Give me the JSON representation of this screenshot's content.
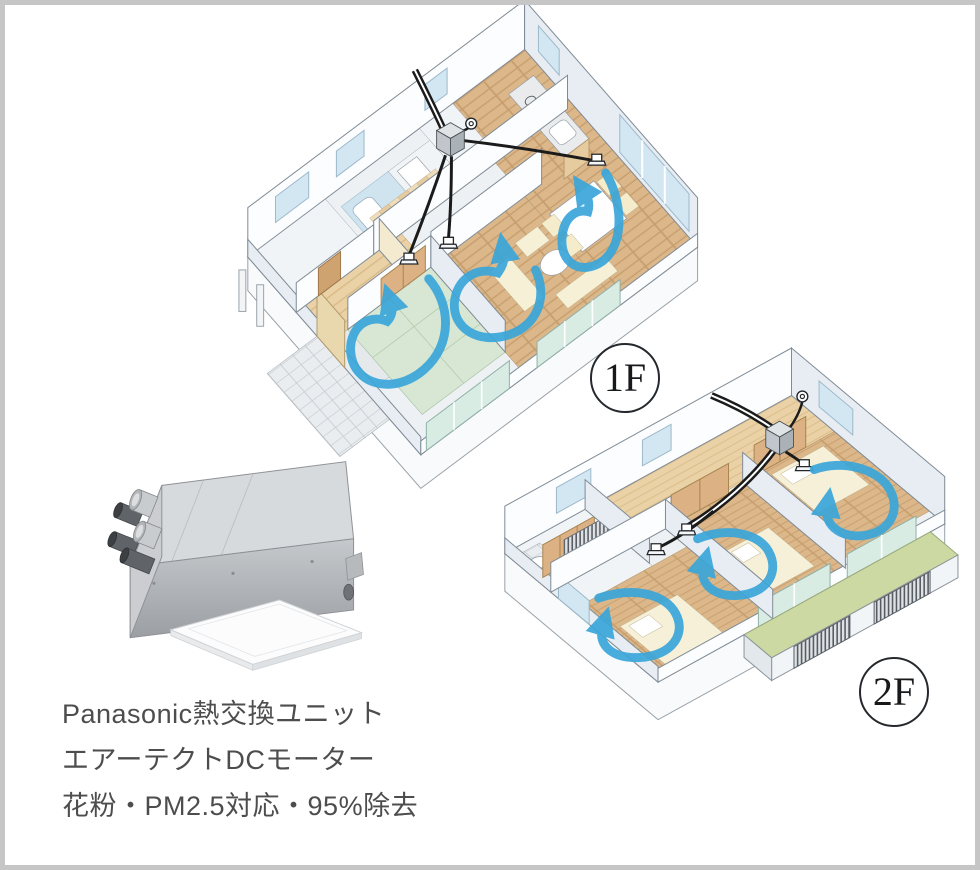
{
  "frame": {
    "border_color": "#c6c6c6",
    "background": "#ffffff"
  },
  "floors": {
    "f1": {
      "badge": "1F"
    },
    "f2": {
      "badge": "2F"
    }
  },
  "caption": {
    "line1": "Panasonic熱交換ユニット",
    "line2": "エアーテクトDCモーター",
    "line3": "花粉・PM2.5対応・95%除去"
  },
  "colors": {
    "airflow_arrow": "#3aa6da",
    "duct": "#1b1b1b",
    "wood_floor": "#dcb78a",
    "hall_wood_floor": "#ead2a6",
    "tatami_floor": "#d8e7d3",
    "balcony_floor": "#ccd9a2",
    "window_glass": "#d2e7f2",
    "closet_door": "#dcb184",
    "unit_metal": "#c6c9cc",
    "caption_text": "#4d4d4d"
  }
}
